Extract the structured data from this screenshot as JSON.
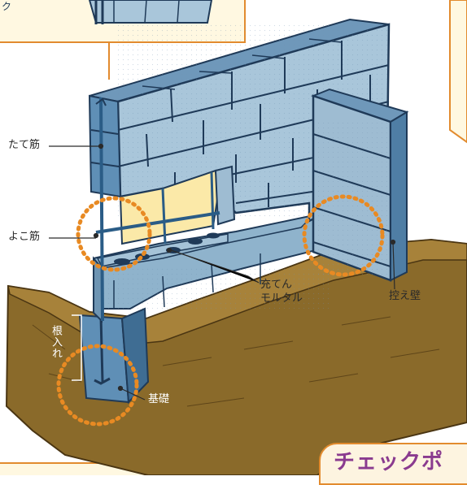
{
  "labels": {
    "tate_kin": "たて筋",
    "yoko_kin": "よこ筋",
    "juten_line1": "充てん",
    "juten_line2": "モルタル",
    "hikae_kabe": "控え壁",
    "neire": "根入れ",
    "kiso": "基礎"
  },
  "tab_title": "チェックポ",
  "colors": {
    "callout_bg": "#fff8e1",
    "callout_border": "#e28b2e",
    "wall": "#8fb3cc",
    "wall_outline": "#1f3a58",
    "soil": "#8a6a2a",
    "title": "#8a3b8f"
  }
}
